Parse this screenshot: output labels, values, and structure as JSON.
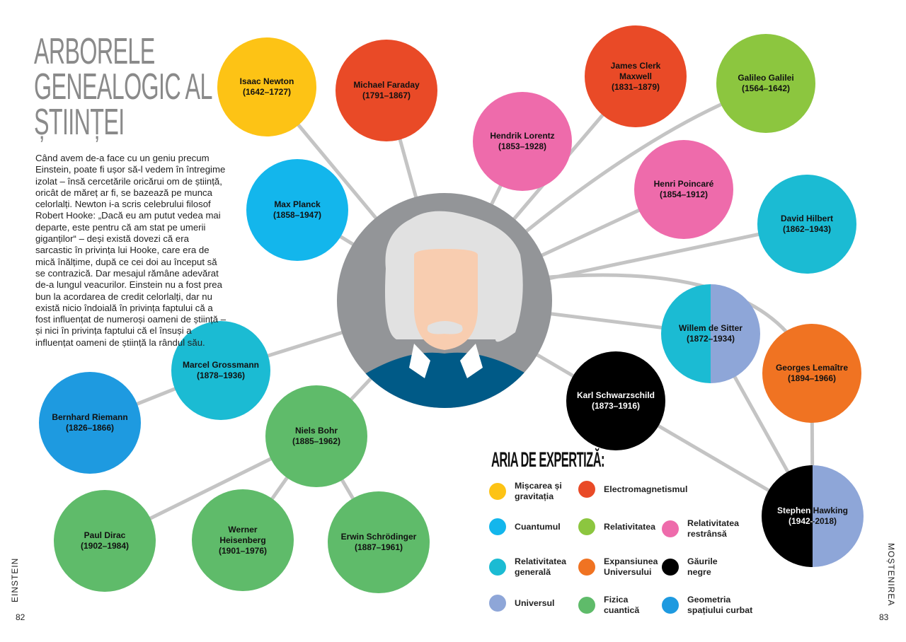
{
  "title": {
    "line1": "ARBORELE",
    "line2": "GENEALOGIC AL",
    "line3": "ȘTIINȚEI"
  },
  "intro": "Când avem de-a face cu un geniu precum Einstein, poate fi ușor să-l vedem în întregime izolat – însă cercetările oricărui om de știință, oricât de măreț ar fi, se bazează pe munca celorlalți. Newton i-a scris celebrului filosof Robert Hooke: „Dacă eu am putut vedea mai departe, este pentru că am stat pe umerii giganților“ – deși există dovezi că era sarcastic în privința lui Hooke, care era de mică înălțime, după ce cei doi au început să se contrazică. Dar mesajul rămâne adevărat de-a lungul veacurilor. Einstein nu a fost prea bun la acordarea de credit celorlalți, dar nu există nicio îndoială în privința faptului că a fost influențat de numeroși oameni de știință – și nici în privința faptului că el însuși a influențat oameni de știință la rândul său.",
  "scientists": {
    "newton": {
      "name": "Isaac Newton",
      "years": "(1642–1727)"
    },
    "faraday": {
      "name": "Michael Faraday",
      "years": "(1791–1867)"
    },
    "lorentz": {
      "name": "Hendrik Lorentz",
      "years": "(1853–1928)"
    },
    "maxwell": {
      "name": "James Clerk Maxwell",
      "years": "(1831–1879)"
    },
    "galilei": {
      "name": "Galileo Galilei",
      "years": "(1564–1642)"
    },
    "poincare": {
      "name": "Henri Poincaré",
      "years": "(1854–1912)"
    },
    "hilbert": {
      "name": "David Hilbert",
      "years": "(1862–1943)"
    },
    "planck": {
      "name": "Max Planck",
      "years": "(1858–1947)"
    },
    "desitter": {
      "name": "Willem de Sitter",
      "years": "(1872–1934)"
    },
    "lemaitre": {
      "name": "Georges Lemaître",
      "years": "(1894–1966)"
    },
    "schwarzschild": {
      "name": "Karl Schwarzschild",
      "years": "(1873–1916)"
    },
    "hawking": {
      "name": "Stephen Hawking",
      "years": "(1942–2018)"
    },
    "grossmann": {
      "name": "Marcel Grossmann",
      "years": "(1878–1936)"
    },
    "riemann": {
      "name": "Bernhard Riemann",
      "years": "(1826–1866)"
    },
    "bohr": {
      "name": "Niels Bohr",
      "years": "(1885–1962)"
    },
    "dirac": {
      "name": "Paul Dirac",
      "years": "(1902–1984)"
    },
    "heisenberg": {
      "name": "Werner Heisenberg",
      "years": "(1901–1976)"
    },
    "schrodinger": {
      "name": "Erwin Schrödinger",
      "years": "(1887–1961)"
    }
  },
  "legend": {
    "title": "ARIA DE EXPERTIZĂ:",
    "items": [
      {
        "label": "Mișcarea și gravitația",
        "color": "#FDC315"
      },
      {
        "label": "Electromagnetismul",
        "color": "#E94A27"
      },
      {
        "label": "Cuantumul",
        "color": "#13B6EC"
      },
      {
        "label": "Relativitatea",
        "color": "#8CC63F"
      },
      {
        "label": "Relativitatea restrânsă",
        "color": "#EE6BAB"
      },
      {
        "label": "Relativitatea generală",
        "color": "#1BBBD3"
      },
      {
        "label": "Expansiunea Universului",
        "color": "#F07322"
      },
      {
        "label": "Găurile negre",
        "color": "#000000"
      },
      {
        "label": "Universul",
        "color": "#8EA6D8"
      },
      {
        "label": "Fizica cuantică",
        "color": "#5FBB6A"
      },
      {
        "label": "Geometria spațiului curbat",
        "color": "#1E9AE0"
      }
    ]
  },
  "footer": {
    "left_label": "EINSTEIN",
    "left_page": "82",
    "right_label": "MOȘTENIREA",
    "right_page": "83"
  }
}
